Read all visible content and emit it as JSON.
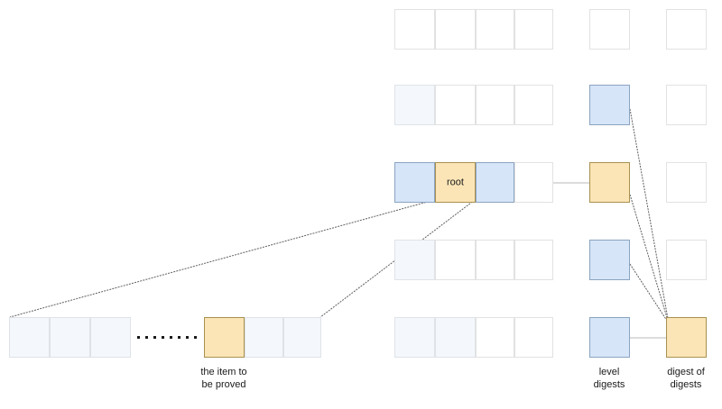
{
  "diagram": {
    "title": "merkle level digest proof diagram",
    "colors": {
      "blue_fill": "#d6e5f8",
      "blue_border": "#8ba4c0",
      "orange_fill": "#fbe5b6",
      "orange_border": "#a89050",
      "pale_fill": "#f4f8fd",
      "pale_border": "#dfe3e8",
      "white_fill": "#ffffff",
      "white_border": "#e2e2e2",
      "line": "#5f5f5f",
      "text": "#1a1a1a"
    },
    "labels": {
      "root_cell": "root",
      "item_to_be_proved": "the item to\nbe proved",
      "level_digests": "level\ndigests",
      "digest_of_digests": "digest of\ndigests"
    },
    "rows": [
      {
        "index": 0,
        "cells": [
          "white",
          "white",
          "white",
          "white"
        ],
        "level_digest": "white",
        "digest": "white"
      },
      {
        "index": 1,
        "cells": [
          "pale",
          "white",
          "white",
          "white"
        ],
        "level_digest": "blue",
        "digest": "white"
      },
      {
        "index": 2,
        "cells": [
          "blue",
          "orange",
          "blue",
          "white"
        ],
        "cell_labels": [
          "",
          "root",
          "",
          ""
        ],
        "level_digest": "orange",
        "digest": "white"
      },
      {
        "index": 3,
        "cells": [
          "pale",
          "white",
          "white",
          "white"
        ],
        "level_digest": "blue",
        "digest": "white"
      },
      {
        "index": 4,
        "cells": [
          "pale",
          "pale",
          "white",
          "white"
        ],
        "level_digest": "blue",
        "digest": "orange"
      }
    ],
    "bottom_row": {
      "left_cells": [
        "pale",
        "pale",
        "pale"
      ],
      "ellipsis_dots": 8,
      "right_cells": [
        "orange",
        "pale",
        "pale"
      ],
      "highlighted_index": 0
    }
  }
}
